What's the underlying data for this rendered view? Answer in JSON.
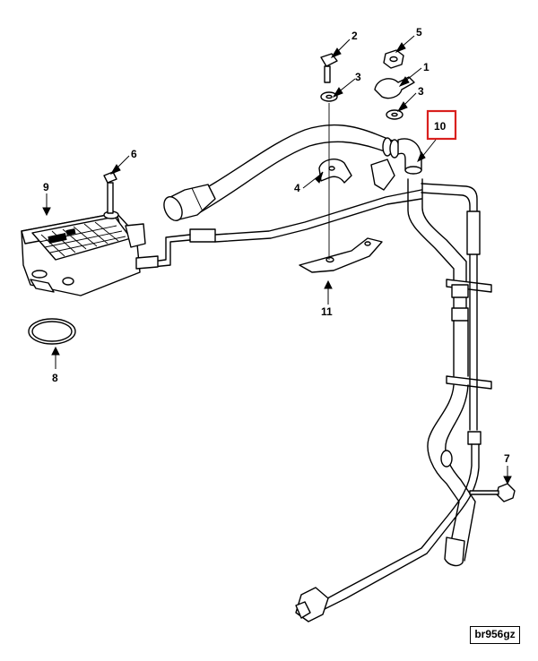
{
  "figure_id": "br956gz",
  "highlight_color": "#d9201e",
  "callouts": [
    {
      "key": "c1",
      "label": "1"
    },
    {
      "key": "c2",
      "label": "2"
    },
    {
      "key": "c3a",
      "label": "3"
    },
    {
      "key": "c3b",
      "label": "3"
    },
    {
      "key": "c4",
      "label": "4"
    },
    {
      "key": "c5",
      "label": "5"
    },
    {
      "key": "c6",
      "label": "6"
    },
    {
      "key": "c7",
      "label": "7"
    },
    {
      "key": "c8",
      "label": "8"
    },
    {
      "key": "c9",
      "label": "9"
    },
    {
      "key": "c10",
      "label": "10"
    },
    {
      "key": "c11",
      "label": "11"
    }
  ]
}
